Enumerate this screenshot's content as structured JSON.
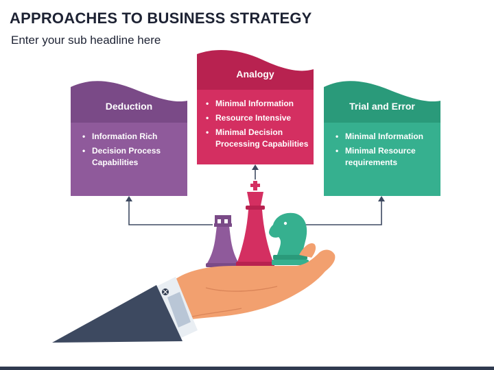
{
  "header": {
    "title": "APPROACHES TO BUSINESS STRATEGY",
    "subtitle": "Enter your sub headline here"
  },
  "cards": [
    {
      "title": "Deduction",
      "color_body": "#8f5a9b",
      "color_head": "#7a4a87",
      "bullets": [
        "Information Rich",
        "Decision Process Capabilities"
      ]
    },
    {
      "title": "Analogy",
      "color_body": "#d42f61",
      "color_head": "#b82250",
      "bullets": [
        "Minimal Information",
        "Resource Intensive",
        "Minimal Decision Processing Capabilities"
      ]
    },
    {
      "title": "Trial and Error",
      "color_body": "#36b08f",
      "color_head": "#2a9a7a",
      "bullets": [
        "Minimal Information",
        "Minimal Resource requirements"
      ]
    }
  ],
  "illustration": {
    "pieces": [
      "rook",
      "king",
      "knight"
    ],
    "connector_color": "#3d4960"
  }
}
